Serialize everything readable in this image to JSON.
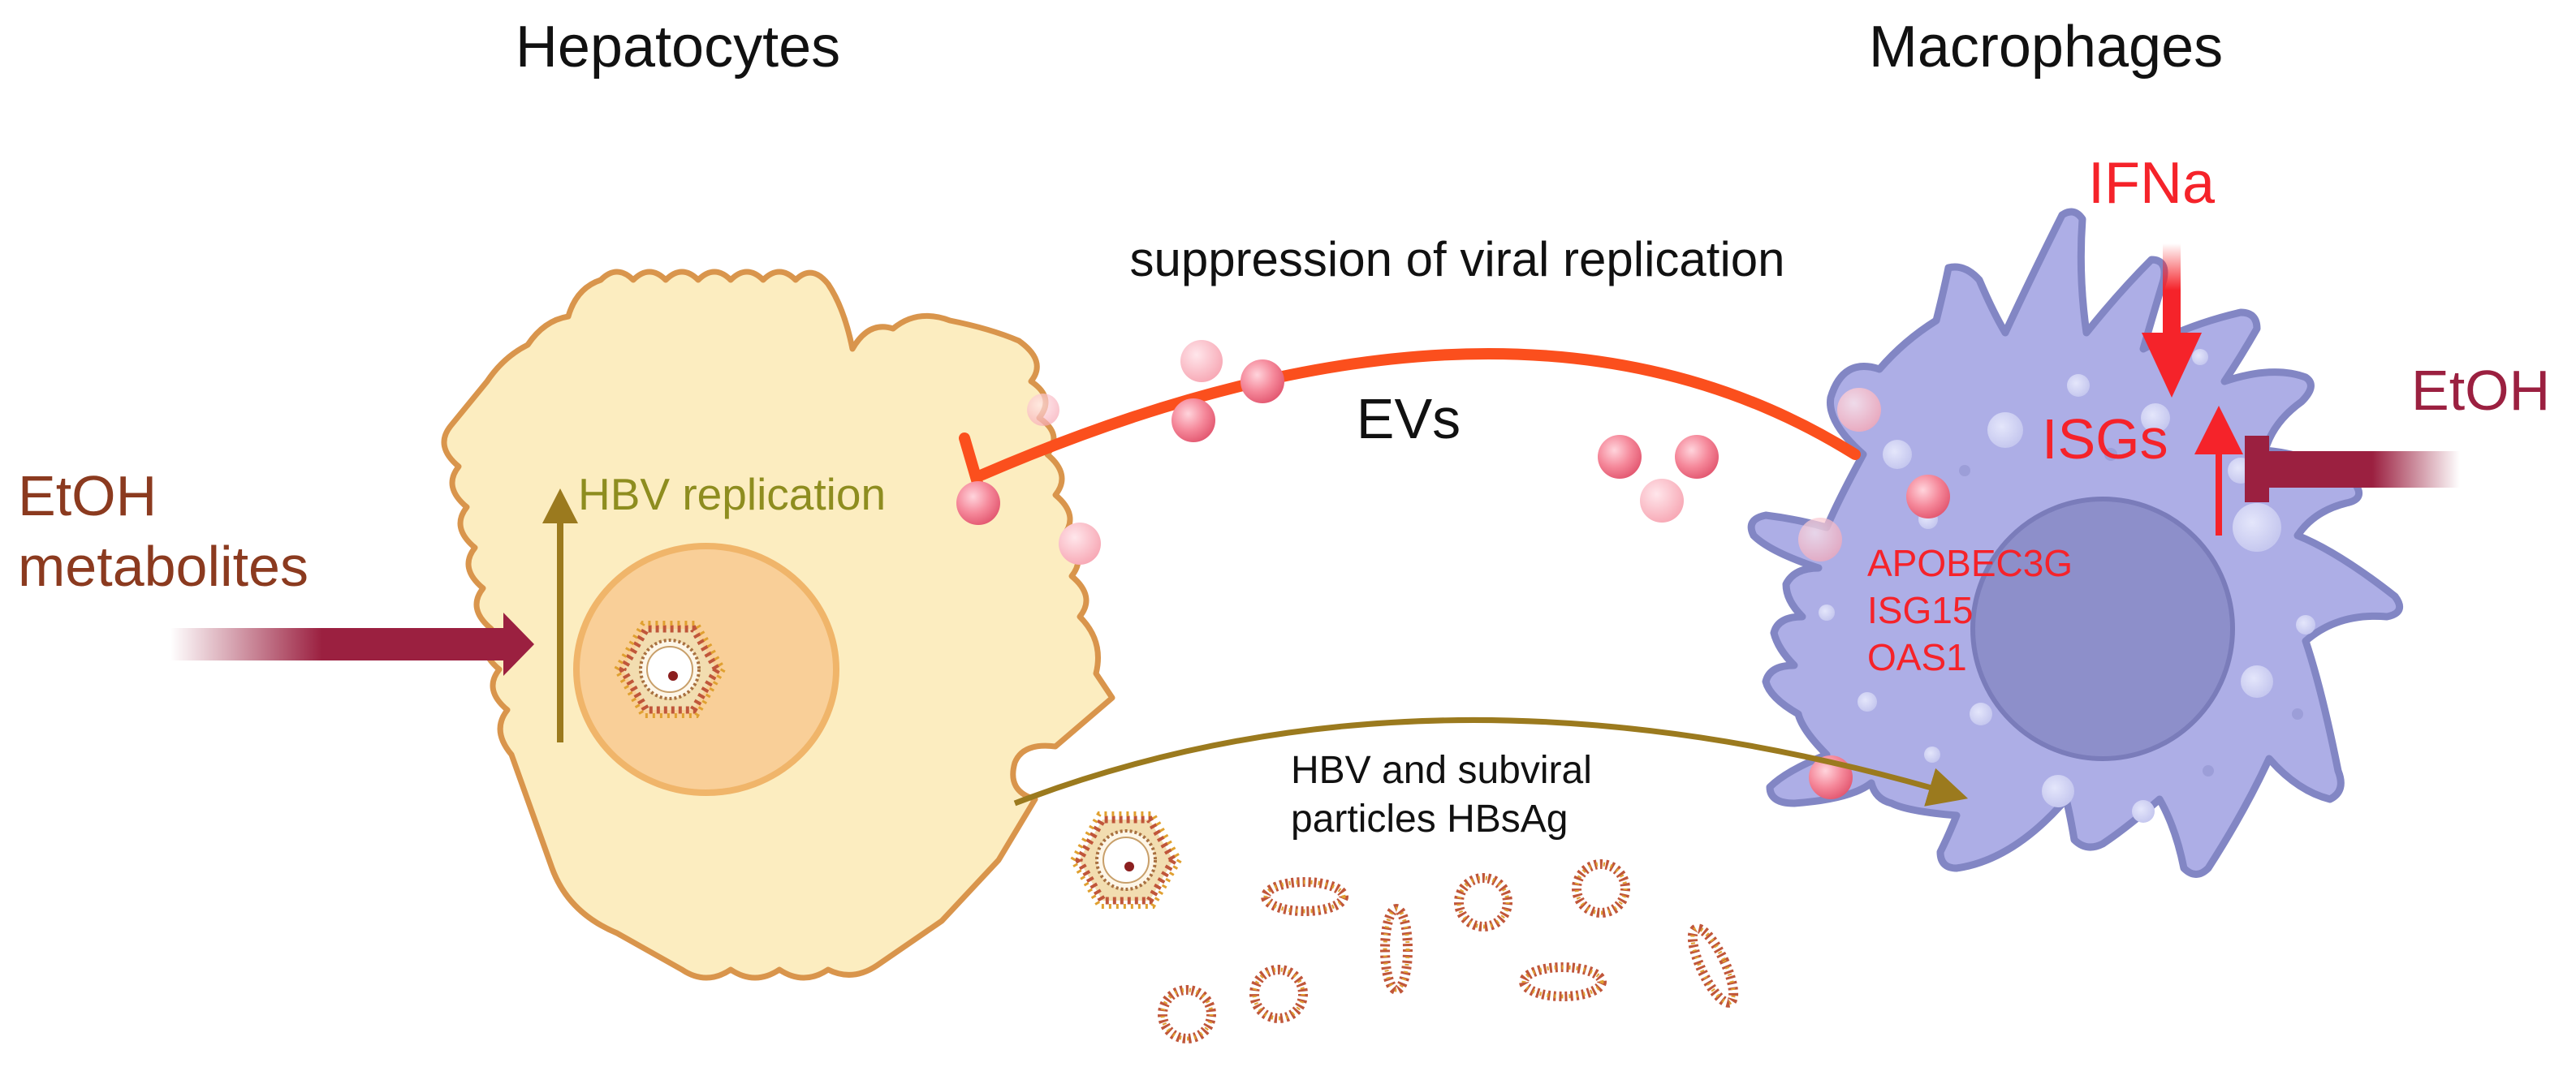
{
  "titles": {
    "left": "Hepatocytes",
    "right": "Macrophages"
  },
  "labels": {
    "suppression": "suppression of viral replication",
    "evs": "EVs",
    "hbv_replication": "HBV replication",
    "etoh_metabolites_line1": "EtOH",
    "etoh_metabolites_line2": "metabolites",
    "ifna": "IFNa",
    "isgs": "ISGs",
    "etoh_right": "EtOH",
    "isg_list": [
      "APOBEC3G",
      "ISG15",
      "OAS1"
    ],
    "hbv_particles_line1": "HBV and subviral",
    "hbv_particles_line2": "particles HBsAg"
  },
  "colors": {
    "hepatocyte_fill": "#fcedc0",
    "hepatocyte_stroke": "#d9954c",
    "nucleus_fill": "#f9cf98",
    "macrophage_fill": "#adaee6",
    "macrophage_stroke": "#8286c4",
    "macrophage_nucleus": "#8d8fca",
    "inhibit_arc": "#fb4f1d",
    "olive_arrow": "#9b7a1e",
    "hbv_text": "#8e8d1f",
    "etoh_brown": "#8b3a1f",
    "dark_red": "#9b2040",
    "bright_red": "#f5232a",
    "ev_pink": "#f5889a"
  }
}
